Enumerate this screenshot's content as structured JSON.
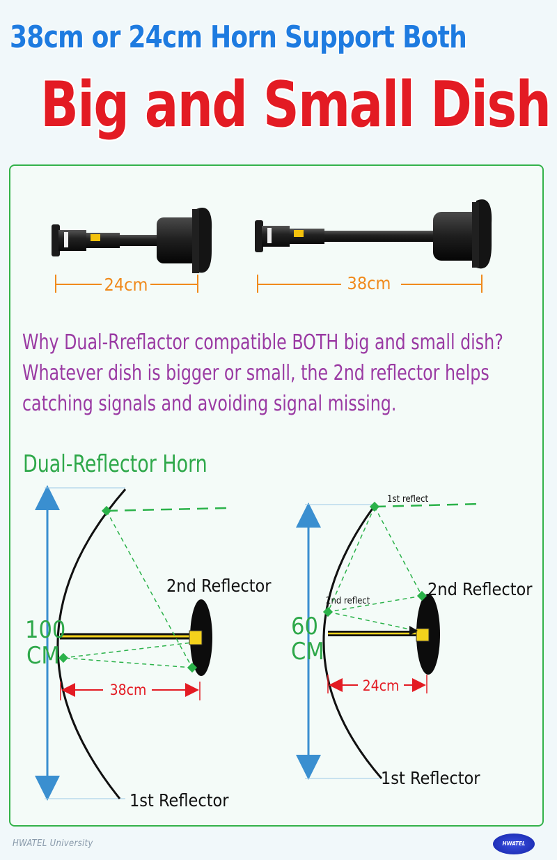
{
  "title": {
    "line1": "38cm or 24cm Horn Support Both",
    "line2": "Big and Small Dish"
  },
  "products": {
    "short_label": "24cm",
    "long_label": "38cm"
  },
  "why": {
    "line1": "Why Dual-Rreflactor compatible BOTH big and small dish?",
    "line2": "Whatever dish is bigger or small, the 2nd reflector helps",
    "line3": "catching signals and avoiding signal missing."
  },
  "diagram": {
    "title": "Dual-Reflector Horn",
    "left": {
      "height_value": "100",
      "height_unit": "CM",
      "horn_length": "38cm",
      "second_reflector": "2nd Reflector",
      "first_reflector": "1st Reflector"
    },
    "right": {
      "height_value": "60",
      "height_unit": "CM",
      "horn_length": "24cm",
      "first_reflect": "1st reflect",
      "second_reflect": "2nd reflect",
      "second_reflector": "2nd Reflector",
      "first_reflector": "1st Reflector"
    }
  },
  "footer": {
    "brand": "HWATEL University",
    "logo_text": "HWATEL"
  },
  "colors": {
    "title_blue": "#1e7be0",
    "title_red": "#e31b23",
    "border_green": "#33b24a",
    "text_purple": "#9a3aa3",
    "dimension_orange": "#f08a1c",
    "dimension_red": "#e31b23",
    "height_blue": "#3a8fd0",
    "signal_green": "#2bb24a"
  }
}
